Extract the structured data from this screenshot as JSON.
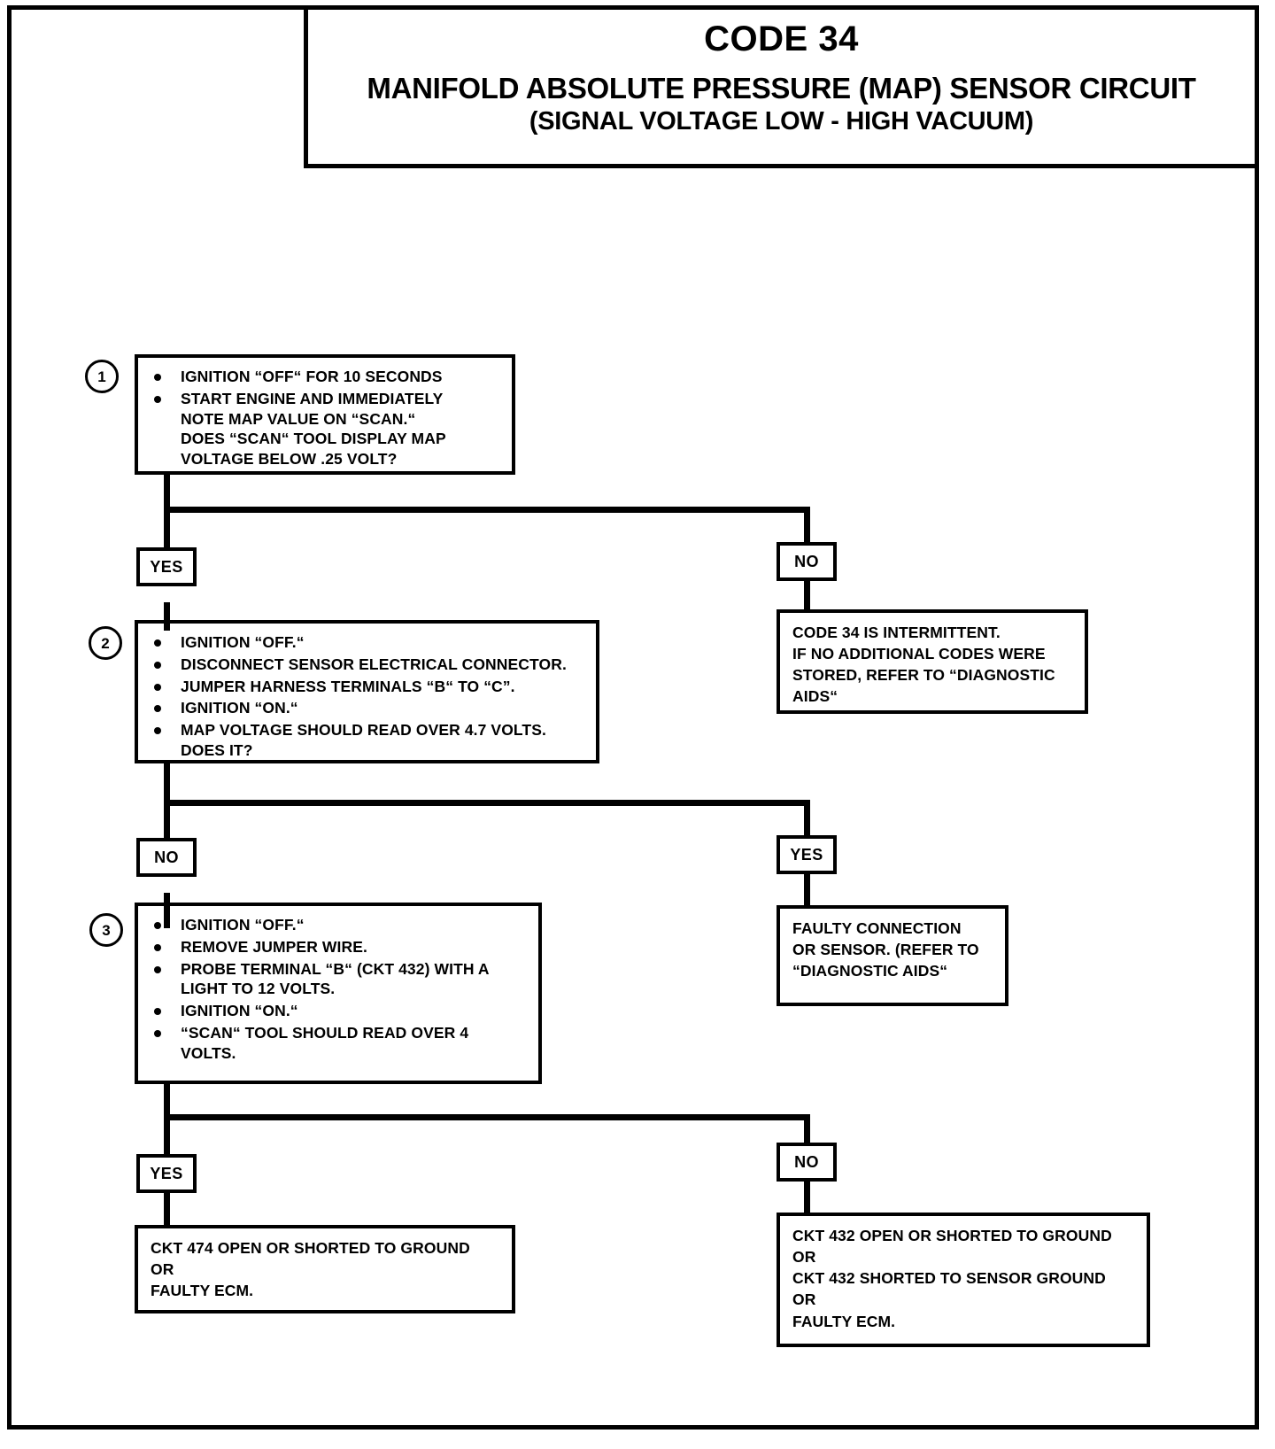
{
  "document": {
    "code_title": "CODE 34",
    "main_title": "MANIFOLD ABSOLUTE PRESSURE (MAP) SENSOR CIRCUIT",
    "sub_title": "(SIGNAL VOLTAGE LOW - HIGH VACUUM)"
  },
  "steps": {
    "one": {
      "number": "1",
      "bullets": [
        "IGNITION “OFF“ FOR 10 SECONDS",
        "START ENGINE AND IMMEDIATELY\nNOTE MAP VALUE ON “SCAN.“\nDOES “SCAN“ TOOL DISPLAY MAP\nVOLTAGE BELOW .25 VOLT?"
      ]
    },
    "two": {
      "number": "2",
      "bullets": [
        "IGNITION “OFF.“",
        "DISCONNECT SENSOR ELECTRICAL CONNECTOR.",
        "JUMPER HARNESS TERMINALS “B“ TO “C”.",
        "IGNITION “ON.“",
        "MAP VOLTAGE SHOULD READ OVER 4.7 VOLTS.\nDOES IT?"
      ]
    },
    "three": {
      "number": "3",
      "bullets": [
        "IGNITION “OFF.“",
        "REMOVE JUMPER WIRE.",
        "PROBE TERMINAL “B“ (CKT 432) WITH A\nLIGHT TO 12 VOLTS.",
        "IGNITION “ON.“",
        "“SCAN“ TOOL SHOULD READ OVER 4\nVOLTS."
      ]
    }
  },
  "branches": {
    "step1_yes": "YES",
    "step1_no": "NO",
    "step2_no": "NO",
    "step2_yes": "YES",
    "step3_yes": "YES",
    "step3_no": "NO"
  },
  "results": {
    "intermittent": "CODE 34 IS INTERMITTENT.\nIF NO ADDITIONAL CODES WERE\nSTORED, REFER TO “DIAGNOSTIC\nAIDS“",
    "faulty_connection": "FAULTY CONNECTION\nOR SENSOR. (REFER TO\n“DIAGNOSTIC AIDS“",
    "ckt_474": "CKT 474 OPEN OR SHORTED TO GROUND\nOR\nFAULTY ECM.",
    "ckt_432": "CKT 432 OPEN OR SHORTED TO GROUND\nOR\nCKT 432 SHORTED TO SENSOR GROUND\nOR\nFAULTY ECM."
  },
  "colors": {
    "ink": "#000000",
    "paper": "#ffffff"
  }
}
